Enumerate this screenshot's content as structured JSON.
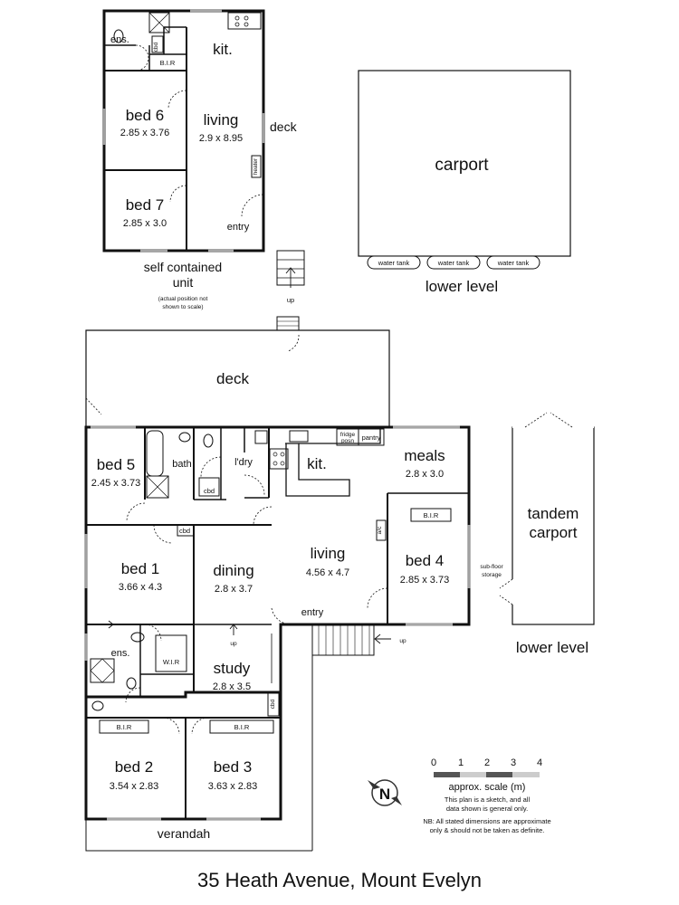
{
  "title": "35 Heath Avenue, Mount Evelyn",
  "unit": {
    "caption_line1": "self contained",
    "caption_line2": "unit",
    "note_line1": "(actual position not",
    "note_line2": "shown to scale)",
    "rooms": {
      "ens": {
        "name": "ens.",
        "dims": ""
      },
      "bir": {
        "name": "B.I.R",
        "dims": ""
      },
      "cbd": {
        "name": "cbd",
        "dims": ""
      },
      "kit": {
        "name": "kit.",
        "dims": ""
      },
      "bed6": {
        "name": "bed 6",
        "dims": "2.85 x 3.76"
      },
      "bed7": {
        "name": "bed 7",
        "dims": "2.85 x 3.0"
      },
      "living": {
        "name": "living",
        "dims": "2.9 x 8.95"
      },
      "deck": {
        "name": "deck",
        "dims": ""
      },
      "heater": {
        "name": "heater",
        "dims": ""
      },
      "entry": {
        "name": "entry",
        "dims": ""
      },
      "up": {
        "name": "up",
        "dims": ""
      }
    }
  },
  "carport": {
    "name": "carport",
    "level": "lower level",
    "tanks": [
      "water tank",
      "water tank",
      "water tank"
    ]
  },
  "tandem": {
    "line1": "tandem",
    "line2": "carport",
    "storage1": "sub-floor",
    "storage2": "storage",
    "level": "lower level"
  },
  "main": {
    "deck": "deck",
    "verandah": "verandah",
    "bed5": {
      "name": "bed 5",
      "dims": "2.45 x 3.73"
    },
    "bath": "bath",
    "cbd": "cbd",
    "ldry": "l'dry",
    "kit": "kit.",
    "fridge1": "fridge",
    "fridge2": "posn",
    "pantry": "pantry",
    "meals": {
      "name": "meals",
      "dims": "2.8 x 3.0"
    },
    "bir": "B.I.R",
    "bed4": {
      "name": "bed 4",
      "dims": "2.85 x 3.73"
    },
    "living": {
      "name": "living",
      "dims": "4.56 x 4.7"
    },
    "bed1": {
      "name": "bed 1",
      "dims": "3.66 x 4.3"
    },
    "dining": {
      "name": "dining",
      "dims": "2.8 x 3.7"
    },
    "entry": "entry",
    "up": "up",
    "ens": "ens.",
    "wir": "W.I.R",
    "study": {
      "name": "study",
      "dims": "2.8 x 3.5"
    },
    "bed2": {
      "name": "bed 2",
      "dims": "3.54 x 2.83"
    },
    "bed3": {
      "name": "bed 3",
      "dims": "3.63 x 2.83"
    },
    "ac": "a/c"
  },
  "scale": {
    "ticks": [
      "0",
      "1",
      "2",
      "3",
      "4"
    ],
    "label": "approx. scale (m)",
    "note1": "This plan is a sketch, and all",
    "note2": "data shown is general only.",
    "nb1": "NB: All stated dimensions are approximate",
    "nb2": "only & should not be taken as definite."
  },
  "compass": "N"
}
